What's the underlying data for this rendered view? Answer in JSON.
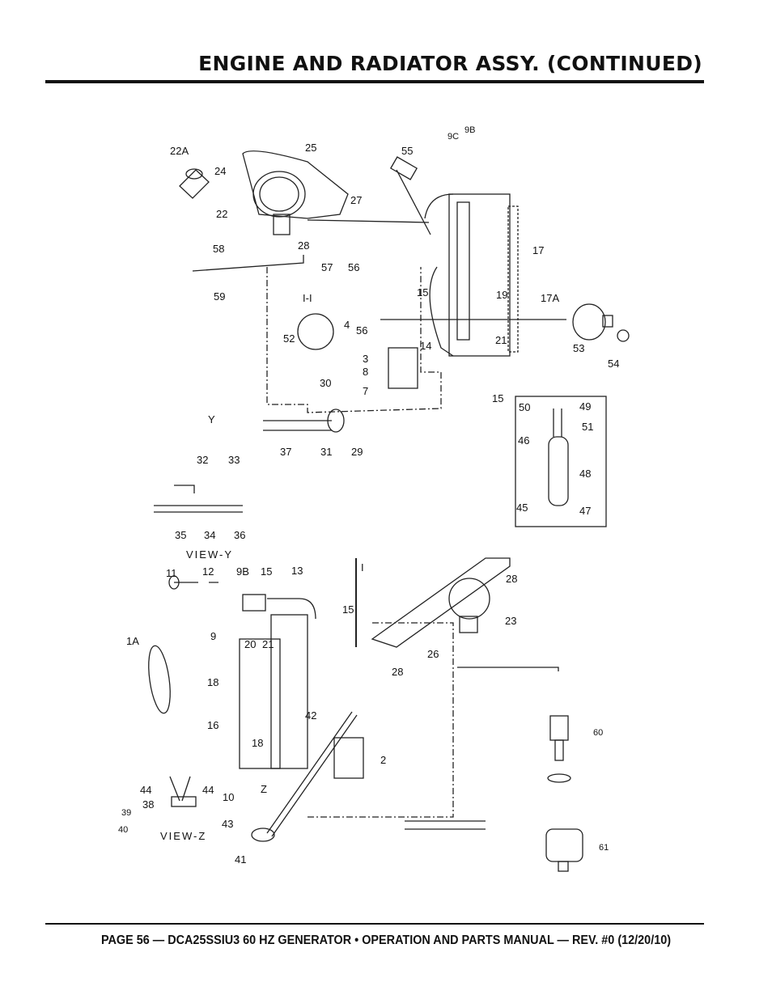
{
  "header": {
    "title": "ENGINE AND RADIATOR ASSY. (CONTINUED)"
  },
  "footer": {
    "text": "PAGE 56 — DCA25SSIU3 60 HZ GENERATOR • OPERATION AND PARTS MANUAL — REV. #0 (12/20/10)"
  },
  "diagram": {
    "labels": [
      "22A",
      "25",
      "24",
      "55",
      "9C",
      "9B",
      "27",
      "22",
      "28",
      "57",
      "56",
      "58",
      "17",
      "59",
      "15",
      "19",
      "17A",
      "I-I",
      "4",
      "56",
      "52",
      "53",
      "54",
      "14",
      "21",
      "3",
      "8",
      "7",
      "15",
      "30",
      "50",
      "49",
      "51",
      "46",
      "Y",
      "48",
      "37",
      "31",
      "29",
      "32",
      "33",
      "45",
      "47",
      "35",
      "34",
      "36",
      "VIEW-Y",
      "11",
      "12",
      "9B",
      "15",
      "13",
      "28",
      "I",
      "15",
      "23",
      "9",
      "1A",
      "20",
      "21",
      "28",
      "26",
      "18",
      "42",
      "60",
      "16",
      "18",
      "2",
      "44",
      "44",
      "10",
      "Z",
      "38",
      "39",
      "43",
      "40",
      "VIEW-Z",
      "41",
      "61"
    ]
  }
}
